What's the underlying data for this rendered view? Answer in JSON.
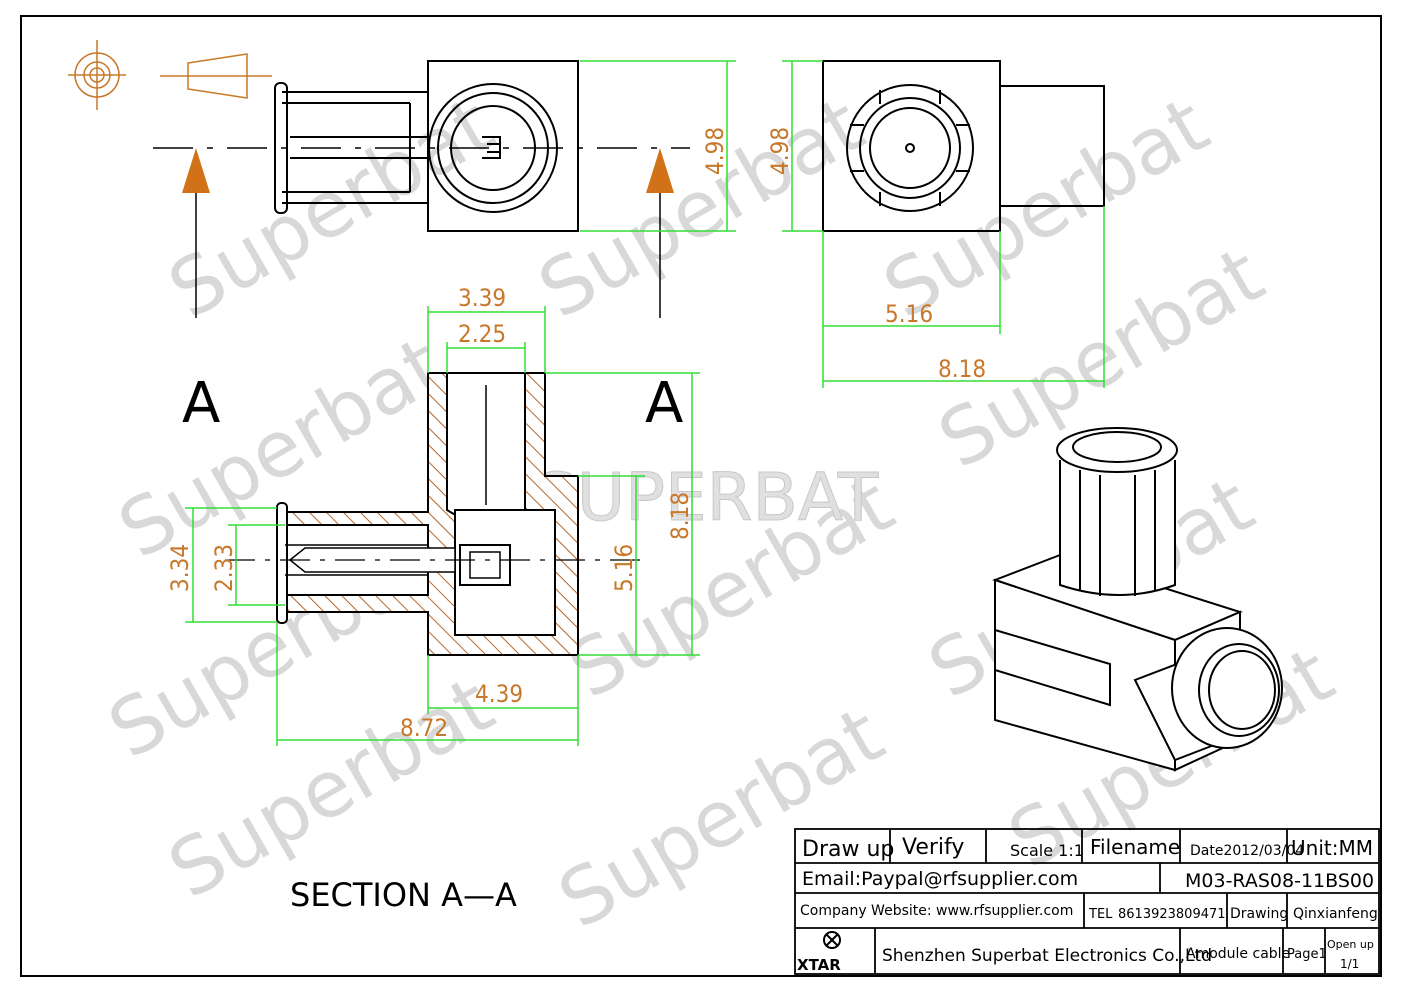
{
  "watermark": {
    "repeated": "Superbat",
    "center": "SUPERBAT"
  },
  "dimensions": {
    "front_height": "4.98",
    "side_height": "4.98",
    "side_depth": "5.16",
    "side_total": "8.18",
    "top_outer": "3.39",
    "top_inner": "2.25",
    "left_outer": "3.34",
    "left_inner": "2.33",
    "right_inner": "5.16",
    "right_outer": "8.18",
    "bottom_inner": "4.39",
    "bottom_outer": "8.72"
  },
  "section": {
    "marker_left": "A",
    "marker_right": "A",
    "label": "SECTION  A—A"
  },
  "title_block": {
    "draw_up": "Draw up",
    "verify": "Verify",
    "scale": "Scale 1:1",
    "filename": "Filename",
    "date": "Date2012/03/04",
    "unit": "Unit:MM",
    "email": "Email:Paypal@rfsupplier.com",
    "part_number": "M03-RAS08-11BS00",
    "website": "Company Website:  www.rfsupplier.com",
    "tel_label": "TEL",
    "tel": "8613923809471",
    "drawing": "Drawing",
    "drawer": "Qinxianfeng",
    "logo": "XTAR",
    "company": "Shenzhen Superbat Electronics Co.,Ltd",
    "cable": "Amodule cable",
    "page": "Page1",
    "open_up": "Open up",
    "sheet": "1/1"
  },
  "colors": {
    "dimension": "#c8782a",
    "dimension_line": "#33dd33",
    "outline": "#000000",
    "arrow": "#d27218",
    "watermark": "#d8d8d8"
  }
}
